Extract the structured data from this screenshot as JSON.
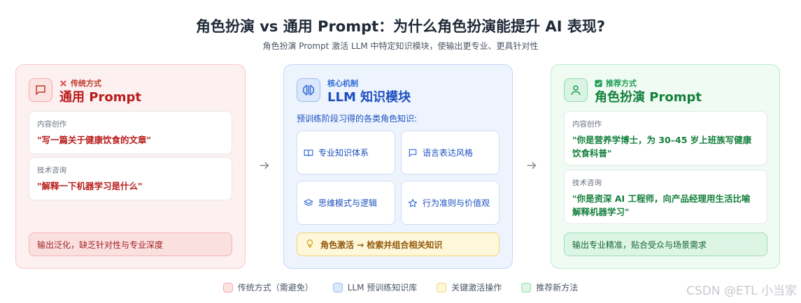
{
  "header": {
    "title": "角色扮演 vs 通用 Prompt：为什么角色扮演能提升 AI 表现?",
    "subtitle": "角色扮演 Prompt 激活 LLM 中特定知识模块，使输出更专业、更具针对性"
  },
  "left": {
    "tag": "传统方式",
    "title": "通用 Prompt",
    "icon": "chat-bubble-icon",
    "examples": [
      {
        "category": "内容创作",
        "text": "\"写一篇关于健康饮食的文章\""
      },
      {
        "category": "技术咨询",
        "text": "\"解释一下机器学习是什么\""
      }
    ],
    "footer": "输出泛化，缺乏针对性与专业深度",
    "colors": {
      "accent": "#b91c1c",
      "bg": "#fdf0f0"
    }
  },
  "middle": {
    "tag": "核心机制",
    "title": "LLM 知识模块",
    "icon": "brain-icon",
    "intro": "预训练阶段习得的各类角色知识:",
    "modules": [
      {
        "label": "专业知识体系",
        "icon": "book-icon"
      },
      {
        "label": "语言表达风格",
        "icon": "message-icon"
      },
      {
        "label": "思维模式与逻辑",
        "icon": "layers-icon"
      },
      {
        "label": "行为准则与价值观",
        "icon": "star-icon"
      }
    ],
    "activation": "角色激活 → 检索并组合相关知识",
    "colors": {
      "accent": "#1d4fbf",
      "bg": "#eef4fd"
    }
  },
  "right": {
    "tag": "推荐方式",
    "title": "角色扮演 Prompt",
    "icon": "user-icon",
    "examples": [
      {
        "category": "内容创作",
        "text": "\"你是营养学博士，为 30–45 岁上班族写健康饮食科普\""
      },
      {
        "category": "技术咨询",
        "text": "\"你是资深 AI 工程师，向产品经理用生活比喻解释机器学习\""
      }
    ],
    "footer": "输出专业精准，贴合受众与场景需求",
    "colors": {
      "accent": "#15803d",
      "bg": "#effbf3"
    }
  },
  "legend": [
    {
      "label": "传统方式（需避免）",
      "color": "#f5a9a9"
    },
    {
      "label": "LLM 预训练知识库",
      "color": "#9dbcf0"
    },
    {
      "label": "关键激活操作",
      "color": "#f2d675"
    },
    {
      "label": "推荐新方法",
      "color": "#93dcae"
    }
  ],
  "watermark": "CSDN @ETL 小当家"
}
